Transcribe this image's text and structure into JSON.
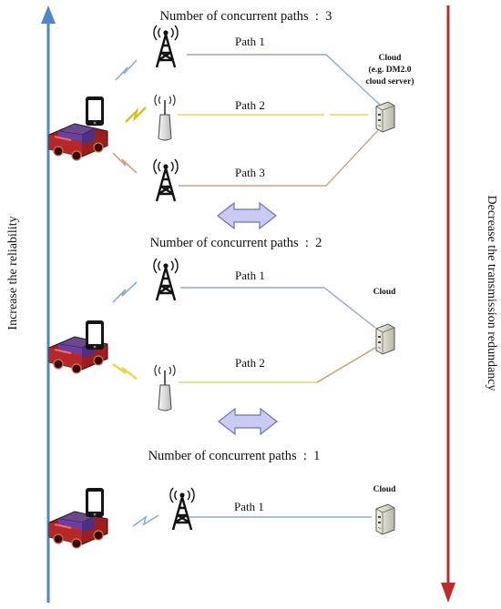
{
  "axes": {
    "left_label": "Increase the reliability",
    "right_label": "Decrease the transmission redundancy"
  },
  "colors": {
    "left_arrow": "#4f86c6",
    "right_arrow": "#c0282a",
    "path_blue": "#8fa8d8",
    "path_yellow": "#e3d94e",
    "path_tan": "#c8a48a",
    "double_arrow_fill": "#c9ccf0",
    "double_arrow_stroke": "#6b72b8"
  },
  "scenarios": [
    {
      "heading": "Number of concurrent paths  :  3",
      "paths": [
        {
          "label": "Path 1",
          "kind": "tower"
        },
        {
          "label": "Path 2",
          "kind": "wifi"
        },
        {
          "label": "Path 3",
          "kind": "tower"
        }
      ],
      "cloud": {
        "line1": "Cloud",
        "line2": "(e.g. DM2.0",
        "line3": "cloud server)"
      }
    },
    {
      "heading": "Number of concurrent paths  :  2",
      "paths": [
        {
          "label": "Path 1",
          "kind": "tower"
        },
        {
          "label": "Path 2",
          "kind": "wifi"
        }
      ],
      "cloud": {
        "line1": "Cloud"
      }
    },
    {
      "heading": "Number of concurrent paths  :  1",
      "paths": [
        {
          "label": "Path 1",
          "kind": "tower"
        }
      ],
      "cloud": {
        "line1": "Cloud"
      }
    }
  ],
  "icons": {
    "car": "car-icon",
    "phone": "smartphone-icon",
    "tower": "cell-tower-icon",
    "access_point": "wifi-access-point-icon",
    "server": "cloud-server-icon",
    "transition": "double-arrow-icon"
  }
}
